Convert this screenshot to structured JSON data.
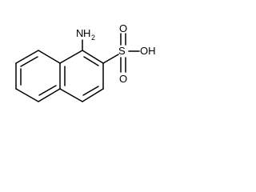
{
  "molecule": {
    "labels": {
      "amine_n": "N",
      "amine_h": "H",
      "amine_sub": "2",
      "sulfur": "S",
      "oxygen_top": "O",
      "oxygen_bottom": "O",
      "hydroxyl": "OH"
    }
  }
}
